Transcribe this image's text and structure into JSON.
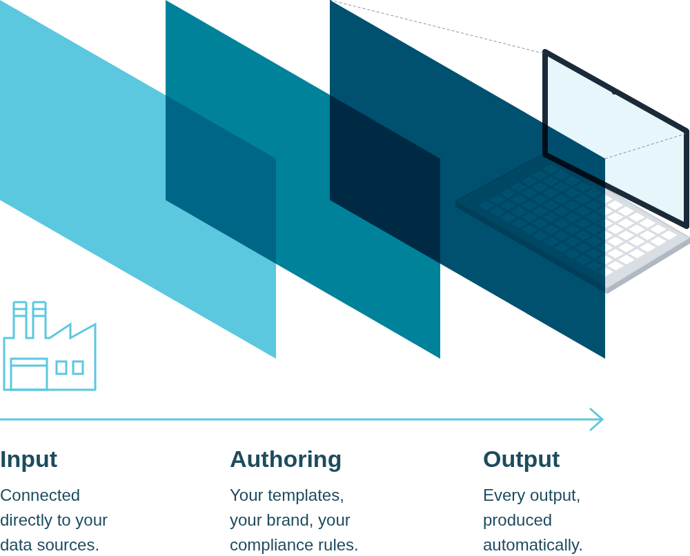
{
  "diagram": {
    "labels": [
      "Input",
      "Connected directly to your data sources.",
      "Authoring",
      "Your templates, your brand, your compliance rules.",
      "Output",
      "Every output, produced automatically."
    ]
  }
}
